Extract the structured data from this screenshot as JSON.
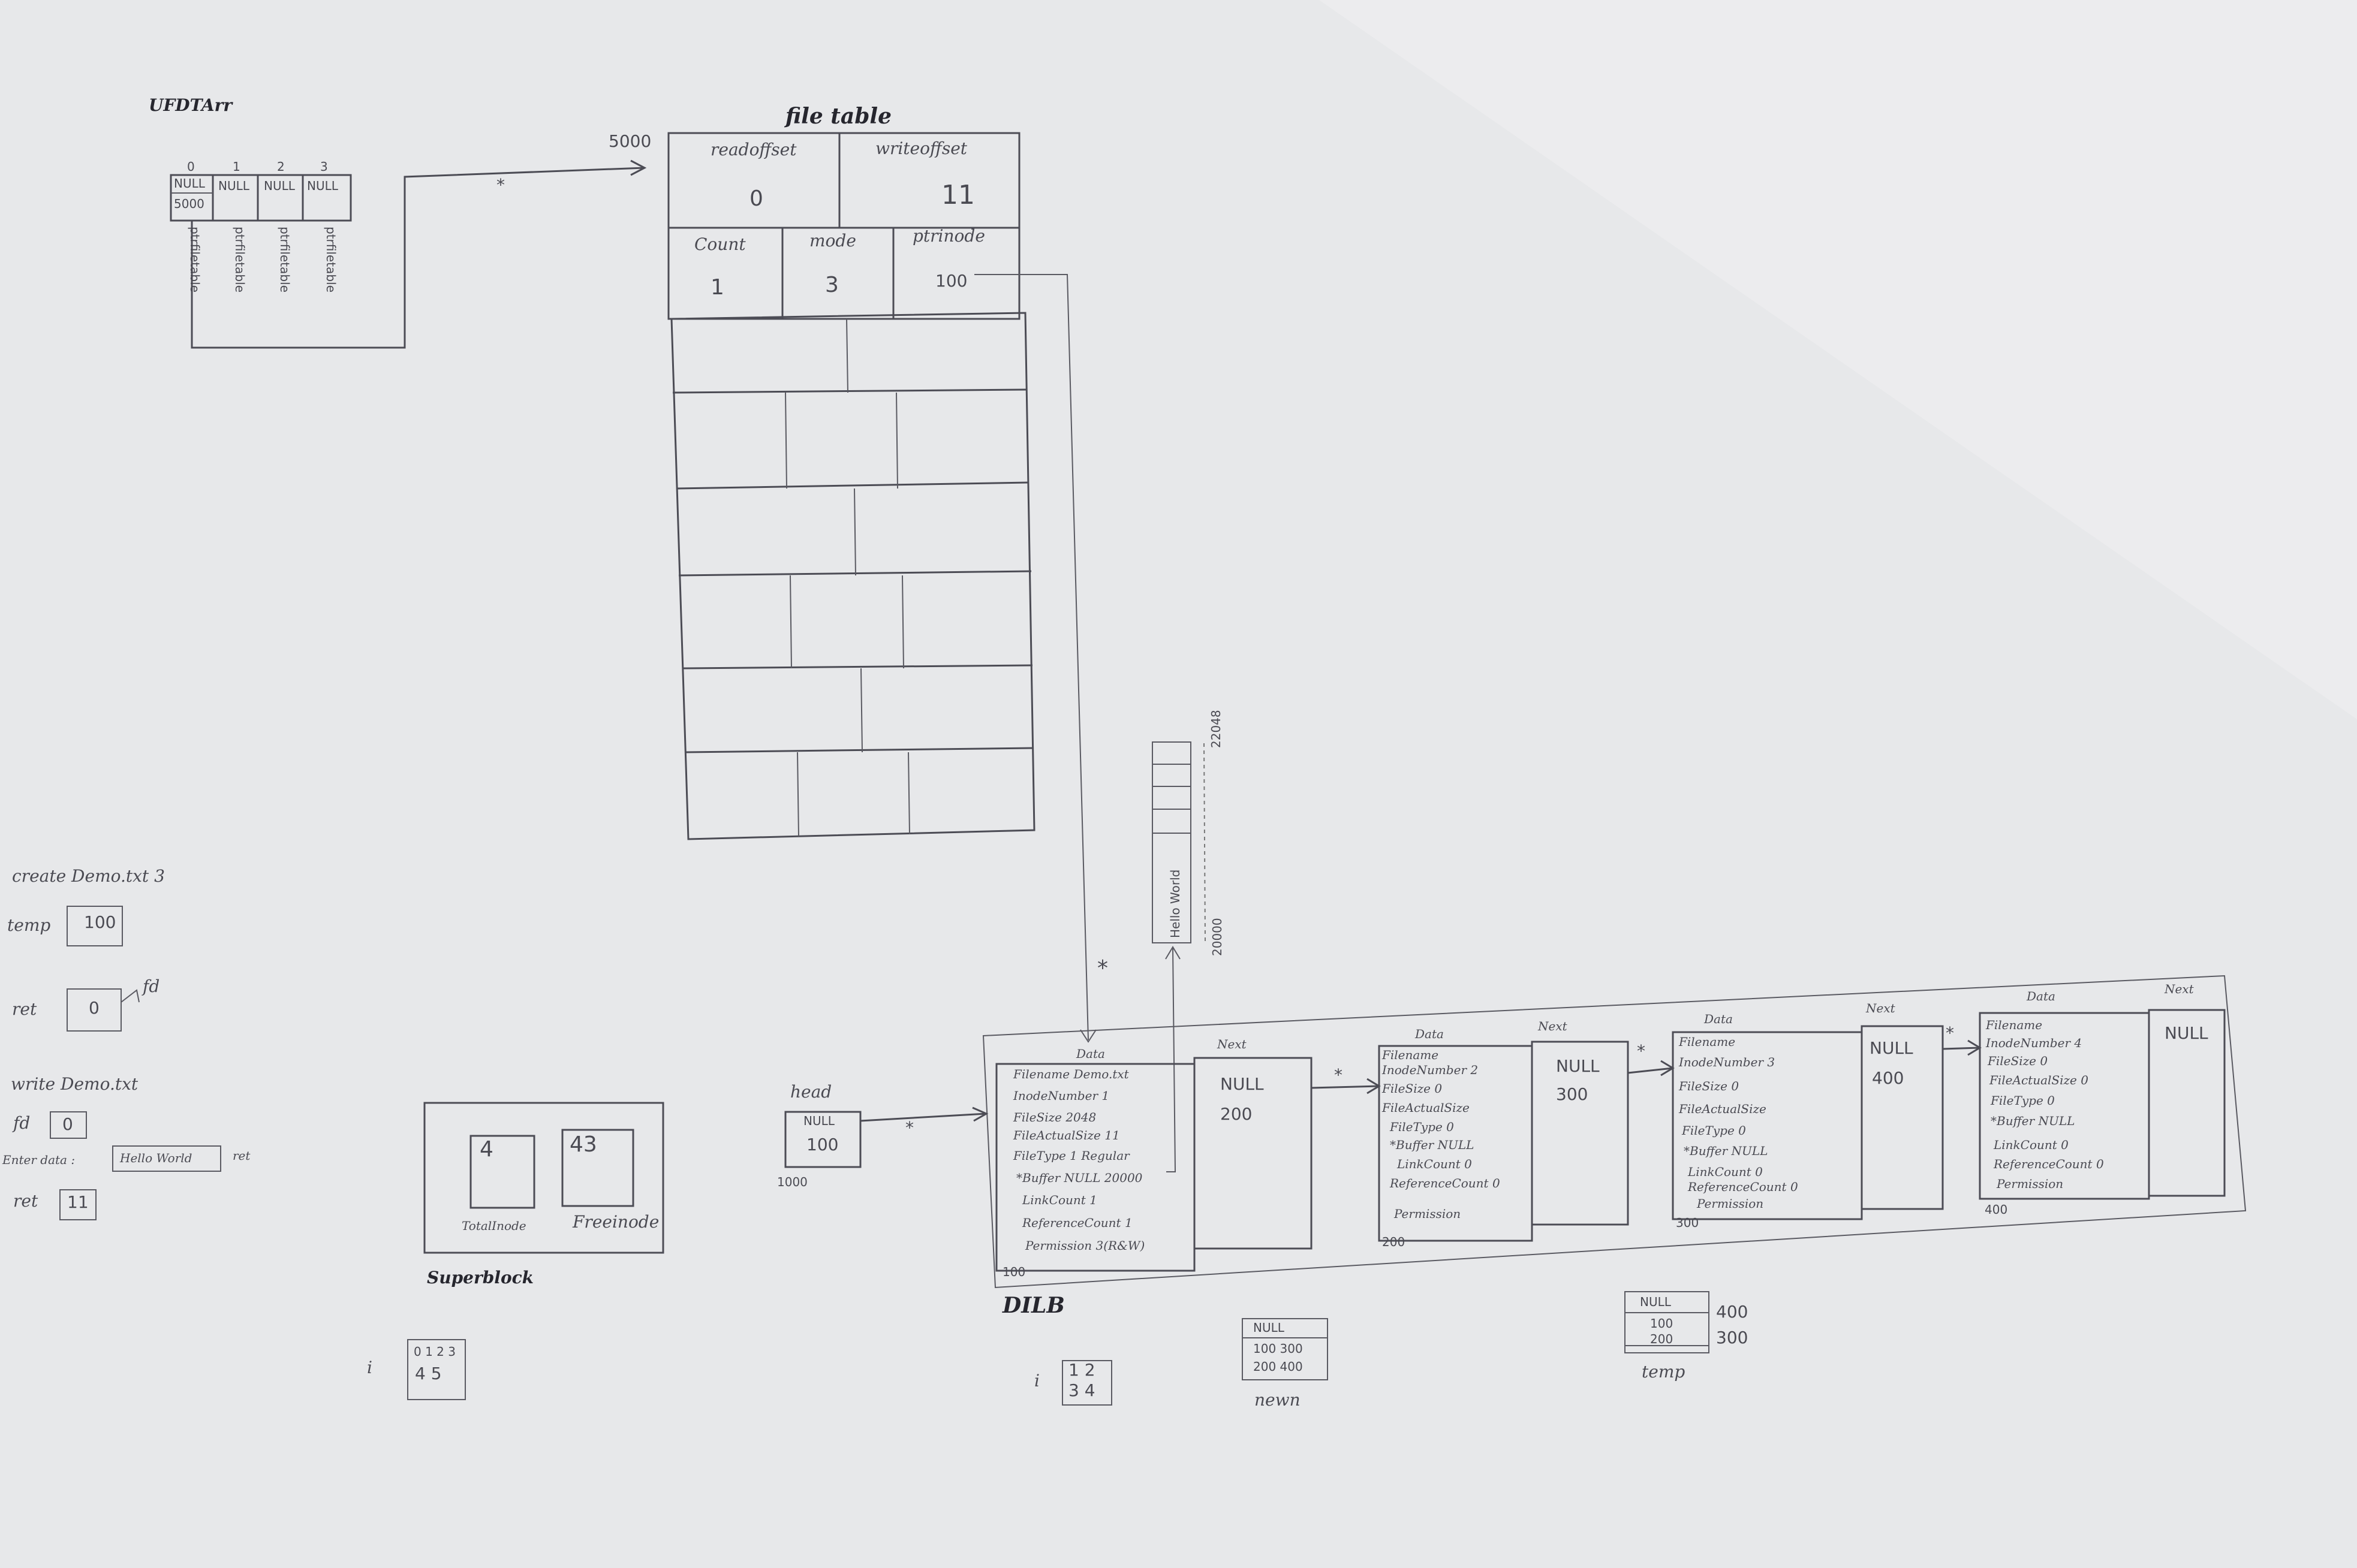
{
  "ufdt": {
    "title": "UFDTArr",
    "cells": [
      "5000",
      "NULL",
      "NULL",
      "NULL"
    ],
    "cell0_top": "NULL",
    "indices": [
      "0",
      "1",
      "2",
      "3"
    ],
    "ptr_labels": [
      "ptrfiletable",
      "ptrfiletable",
      "ptrfiletable",
      "ptrfiletable"
    ],
    "star": "*"
  },
  "filetable": {
    "title": "file table",
    "address": "5000",
    "readoffset_label": "readoffset",
    "readoffset_value": "0",
    "writeoffset_label": "writeoffset",
    "writeoffset_value": "11",
    "count_label": "Count",
    "count_value": "1",
    "mode_label": "mode",
    "mode_value": "3",
    "ptrinode_label": "ptrinode",
    "ptrinode_value": "100"
  },
  "buffer": {
    "start": "20000",
    "end": "22048",
    "content": "Hello World"
  },
  "commands": {
    "create": "create Demo.txt 3",
    "temp_label": "temp",
    "temp_value": "100",
    "ret_label": "ret",
    "ret_value": "0",
    "fd_label": "fd",
    "write": "write Demo.txt",
    "fd_label2": "fd",
    "fd_value": "0",
    "enter_label": "Enter data :",
    "enter_value": "Hello World",
    "enter_suffix": "ret",
    "ret2_label": "ret",
    "ret2_value": "11"
  },
  "superblock": {
    "title": "Superblock",
    "total_value": "4",
    "total_label": "TotalInode",
    "free_value": "43",
    "free_label": "Freeinode"
  },
  "dilb": {
    "title": "DILB",
    "head_label": "head",
    "head_value_top": "NULL",
    "head_value": "100",
    "head_addr": "1000",
    "star": "*",
    "nodes": [
      {
        "addr": "100",
        "data_label": "Data",
        "next_label": "Next",
        "next_top": "NULL",
        "next_value": "200",
        "fields": [
          "Filename Demo.txt",
          "InodeNumber 1",
          "FileSize 2048",
          "FileActualSize 11",
          "FileType 1 Regular",
          "*Buffer NULL 20000",
          "LinkCount 1",
          "ReferenceCount 1",
          "Permission 3(R&W)"
        ]
      },
      {
        "addr": "200",
        "data_label": "Data",
        "next_label": "Next",
        "next_top": "NULL",
        "next_value": "300",
        "fields": [
          "Filename",
          "InodeNumber 2",
          "FileSize 0",
          "FileActualSize",
          "FileType 0",
          "*Buffer NULL",
          "LinkCount 0",
          "ReferenceCount 0",
          "Permission"
        ]
      },
      {
        "addr": "300",
        "data_label": "Data",
        "next_label": "Next",
        "next_top": "NULL",
        "next_value": "400",
        "fields": [
          "Filename",
          "InodeNumber 3",
          "FileSize 0",
          "FileActualSize",
          "FileType 0",
          "*Buffer NULL",
          "LinkCount 0",
          "ReferenceCount 0",
          "Permission"
        ]
      },
      {
        "addr": "400",
        "data_label": "Data",
        "next_label": "Next",
        "next_top": "",
        "next_value": "NULL",
        "fields": [
          "Filename",
          "InodeNumber 4",
          "FileSize 0",
          "FileActualSize 0",
          "FileType 0",
          "*Buffer NULL",
          "LinkCount 0",
          "ReferenceCount 0",
          "Permission"
        ]
      }
    ]
  },
  "vars": {
    "i1_label": "i",
    "i1_top": "0 1 2 3",
    "i1_bottom": "4 5",
    "i2_label": "i",
    "i2_top": "1 2",
    "i2_bottom": "3 4",
    "newn_label": "newn",
    "newn_lines": [
      "NULL",
      "100 300",
      "200 400"
    ],
    "temp_label": "temp",
    "temp_lines": [
      "NULL",
      "100",
      "200"
    ],
    "temp_side": [
      "400",
      "300"
    ]
  }
}
